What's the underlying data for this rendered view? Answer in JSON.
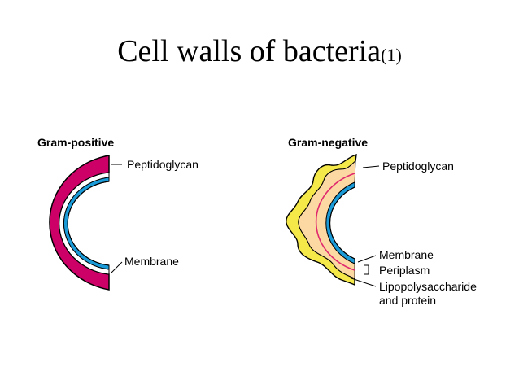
{
  "slide": {
    "title": "Cell walls of bacteria",
    "title_suffix": "(1)"
  },
  "gram_positive": {
    "heading": "Gram-positive",
    "labels": {
      "peptidoglycan": "Peptidoglycan",
      "membrane": "Membrane"
    }
  },
  "gram_negative": {
    "heading": "Gram-negative",
    "labels": {
      "peptidoglycan": "Peptidoglycan",
      "membrane": "Membrane",
      "periplasm": "Periplasm",
      "lps_line1": "Lipopolysaccharide",
      "lps_line2": "and protein"
    }
  },
  "colors": {
    "peptidoglycan_thick": "#cc0066",
    "membrane_blue": "#1a9bd7",
    "outer_layer_fill": "#fcd9a2",
    "outer_membrane_yellow": "#f5e94a",
    "outline": "#000000"
  }
}
